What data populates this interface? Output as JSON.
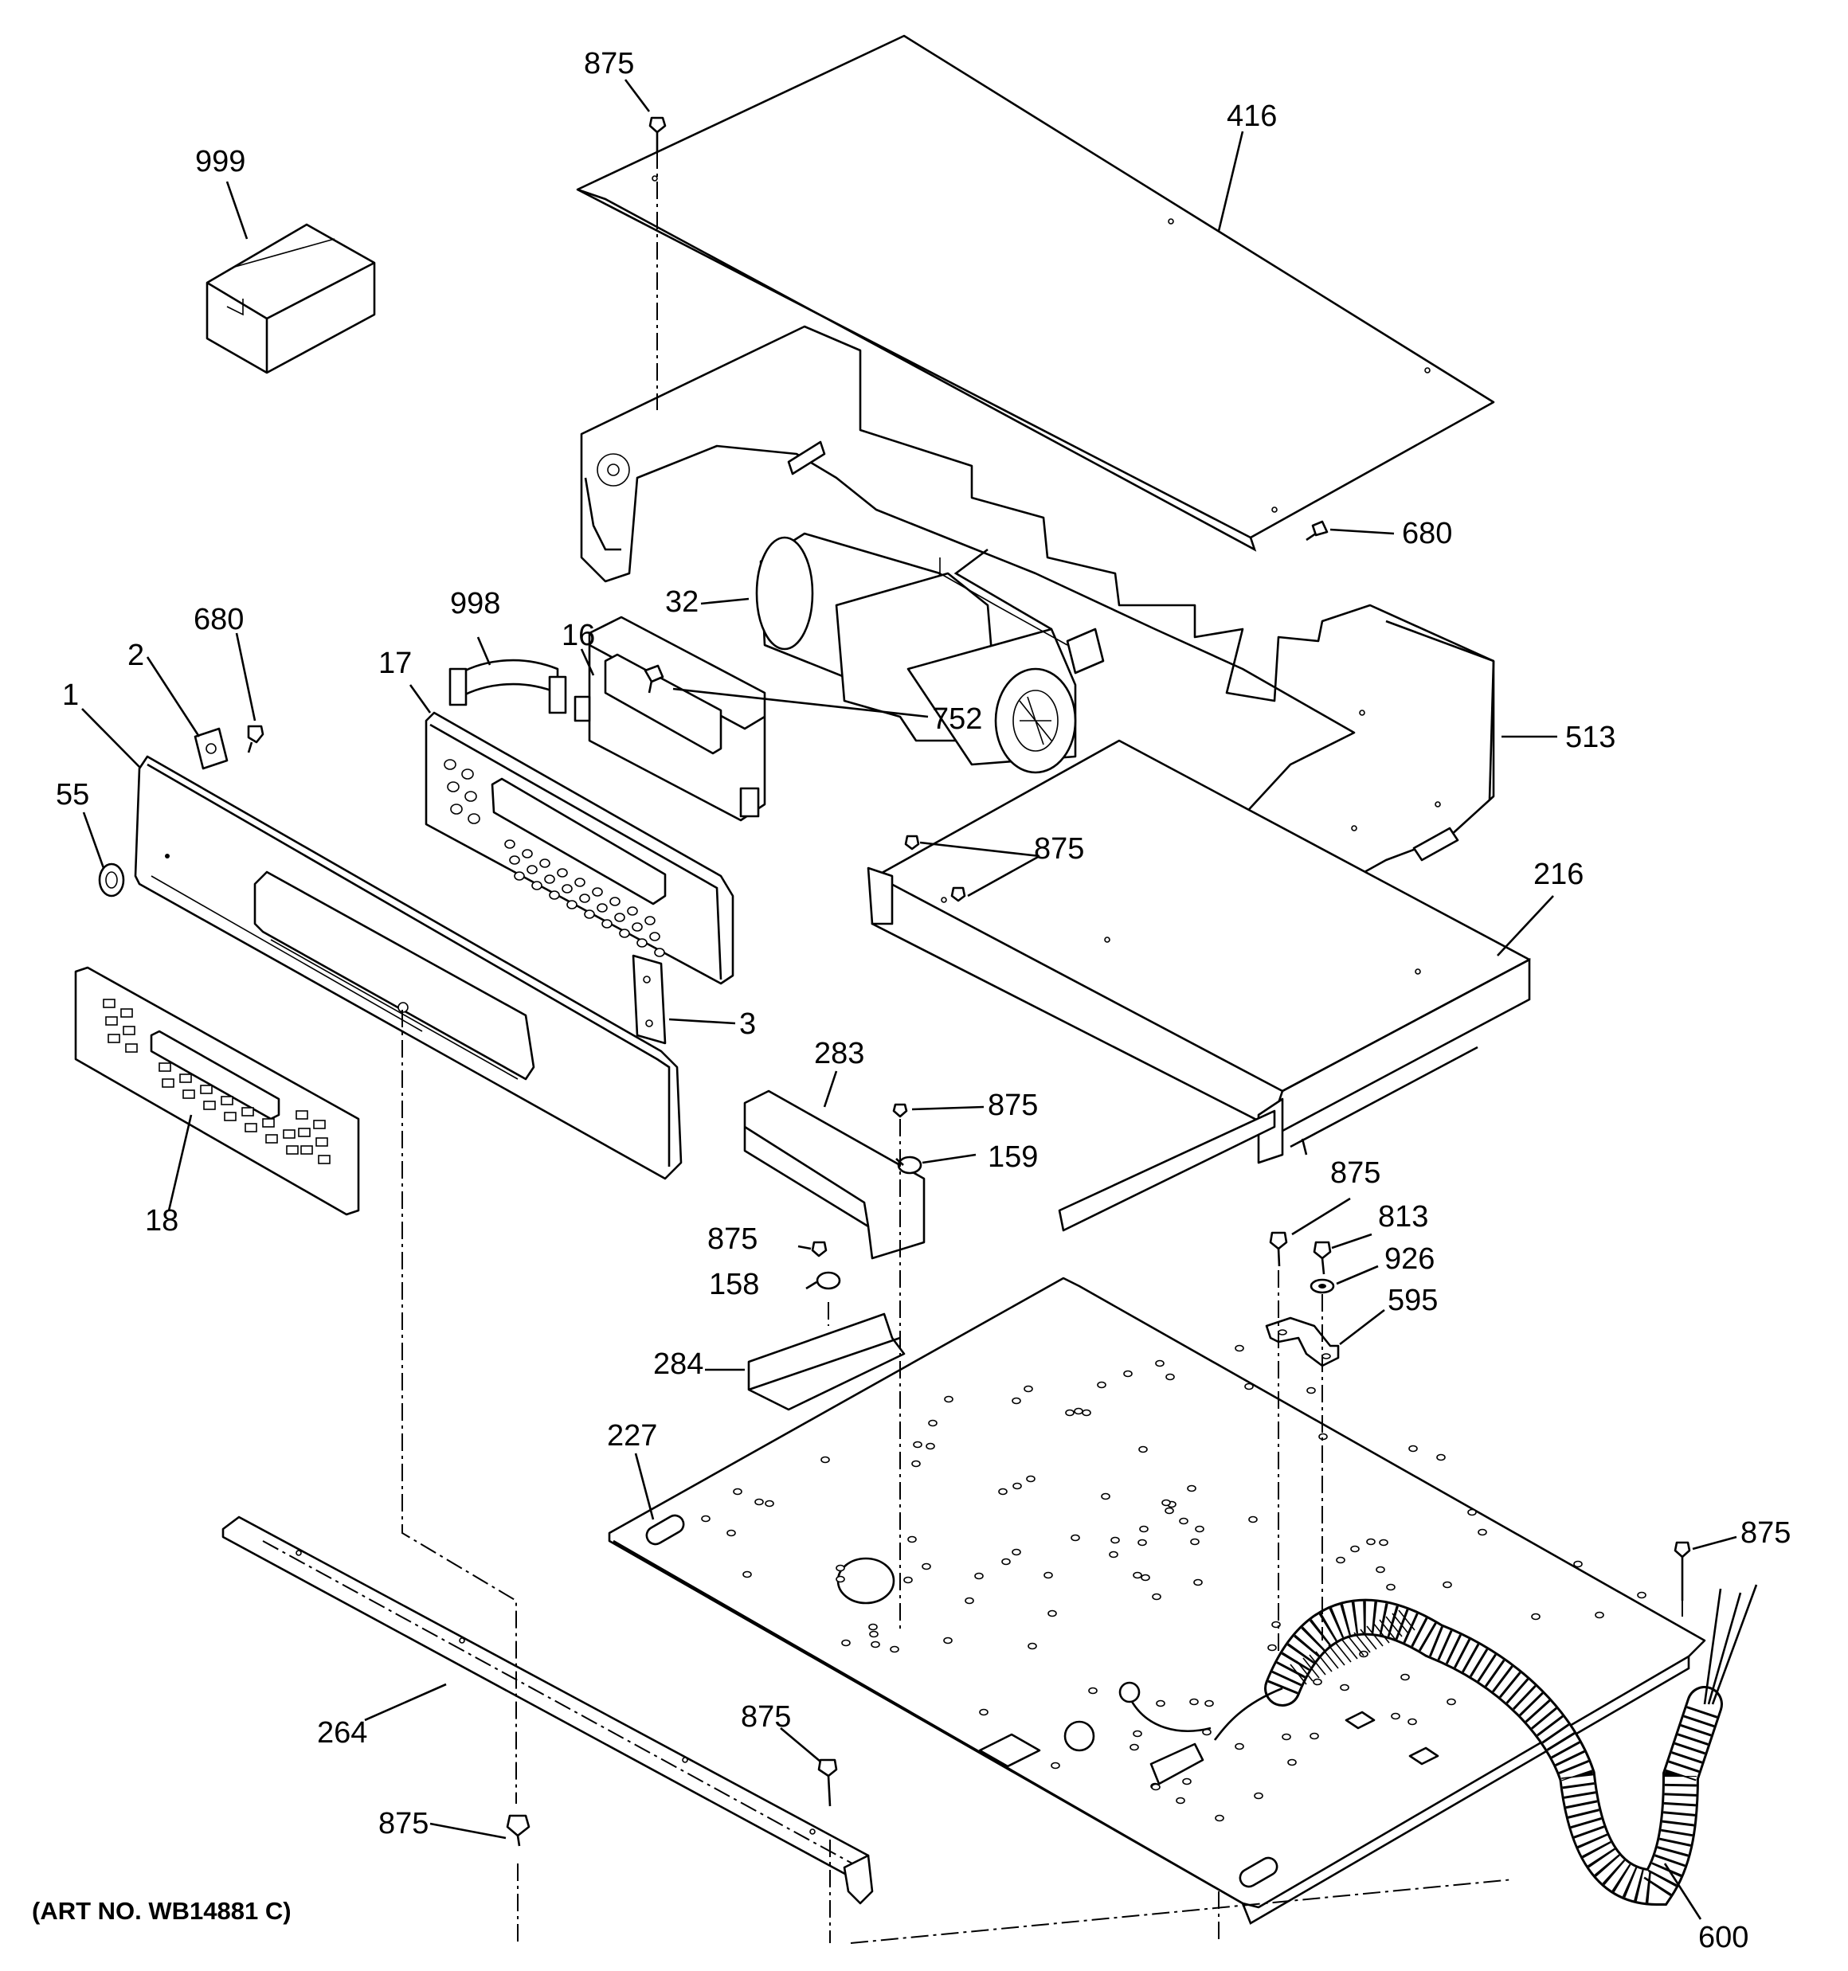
{
  "art_number": "(ART NO. WB14881 C)",
  "callouts": [
    {
      "id": "c875a",
      "text": "875"
    },
    {
      "id": "c416",
      "text": "416"
    },
    {
      "id": "c999",
      "text": "999"
    },
    {
      "id": "c680a",
      "text": "680"
    },
    {
      "id": "c32",
      "text": "32"
    },
    {
      "id": "c998",
      "text": "998"
    },
    {
      "id": "c16",
      "text": "16"
    },
    {
      "id": "c17",
      "text": "17"
    },
    {
      "id": "c752",
      "text": "752"
    },
    {
      "id": "c680b",
      "text": "680"
    },
    {
      "id": "c2",
      "text": "2"
    },
    {
      "id": "c1",
      "text": "1"
    },
    {
      "id": "c513",
      "text": "513"
    },
    {
      "id": "c55",
      "text": "55"
    },
    {
      "id": "c875b",
      "text": "875"
    },
    {
      "id": "c216",
      "text": "216"
    },
    {
      "id": "c3",
      "text": "3"
    },
    {
      "id": "c283",
      "text": "283"
    },
    {
      "id": "c875c",
      "text": "875"
    },
    {
      "id": "c159",
      "text": "159"
    },
    {
      "id": "c18",
      "text": "18"
    },
    {
      "id": "c875d",
      "text": "875"
    },
    {
      "id": "c813",
      "text": "813"
    },
    {
      "id": "c875e",
      "text": "875"
    },
    {
      "id": "c926",
      "text": "926"
    },
    {
      "id": "c158",
      "text": "158"
    },
    {
      "id": "c595",
      "text": "595"
    },
    {
      "id": "c284",
      "text": "284"
    },
    {
      "id": "c227",
      "text": "227"
    },
    {
      "id": "c875f",
      "text": "875"
    },
    {
      "id": "c264",
      "text": "264"
    },
    {
      "id": "c875g",
      "text": "875"
    },
    {
      "id": "c875h",
      "text": "875"
    },
    {
      "id": "c600",
      "text": "600"
    }
  ]
}
